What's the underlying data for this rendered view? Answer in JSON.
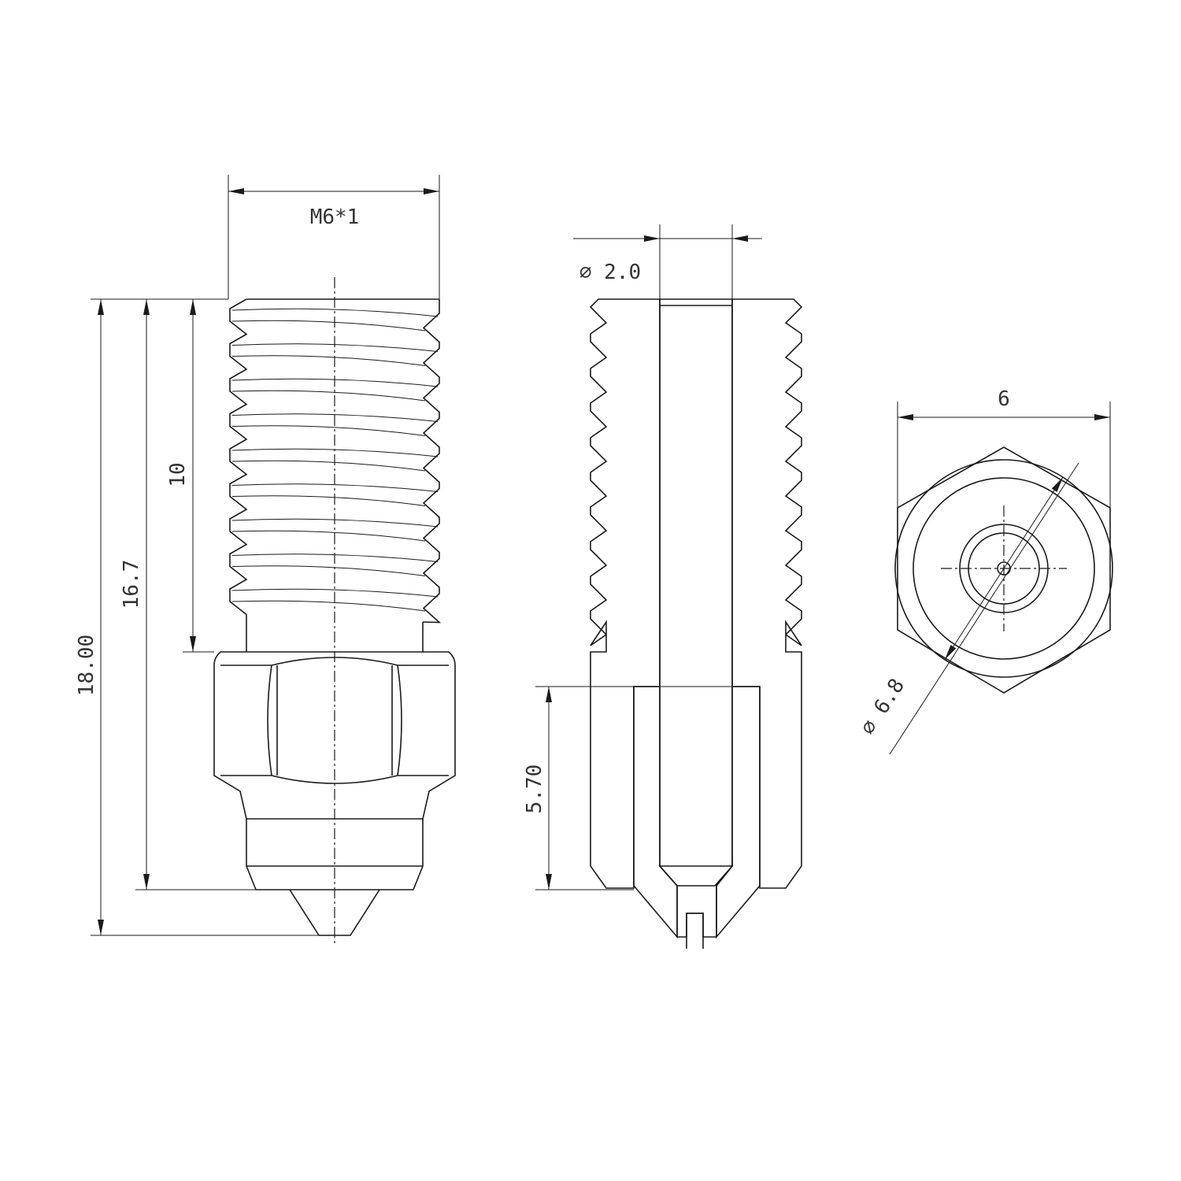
{
  "title": "Nozzle technical drawing",
  "side_view": {
    "thread_label": "M6*1",
    "overall_length": "18.00",
    "length_to_tip_base": "16.7",
    "thread_length": "10"
  },
  "section_view": {
    "bore_diameter": "∅ 2.0",
    "insert_depth": "5.70"
  },
  "top_view": {
    "hex_width": "6",
    "chamfer_diameter": "∅ 6.8"
  },
  "colors": {
    "line": "#1a1a1a",
    "text": "#333333",
    "background": "#ffffff"
  }
}
